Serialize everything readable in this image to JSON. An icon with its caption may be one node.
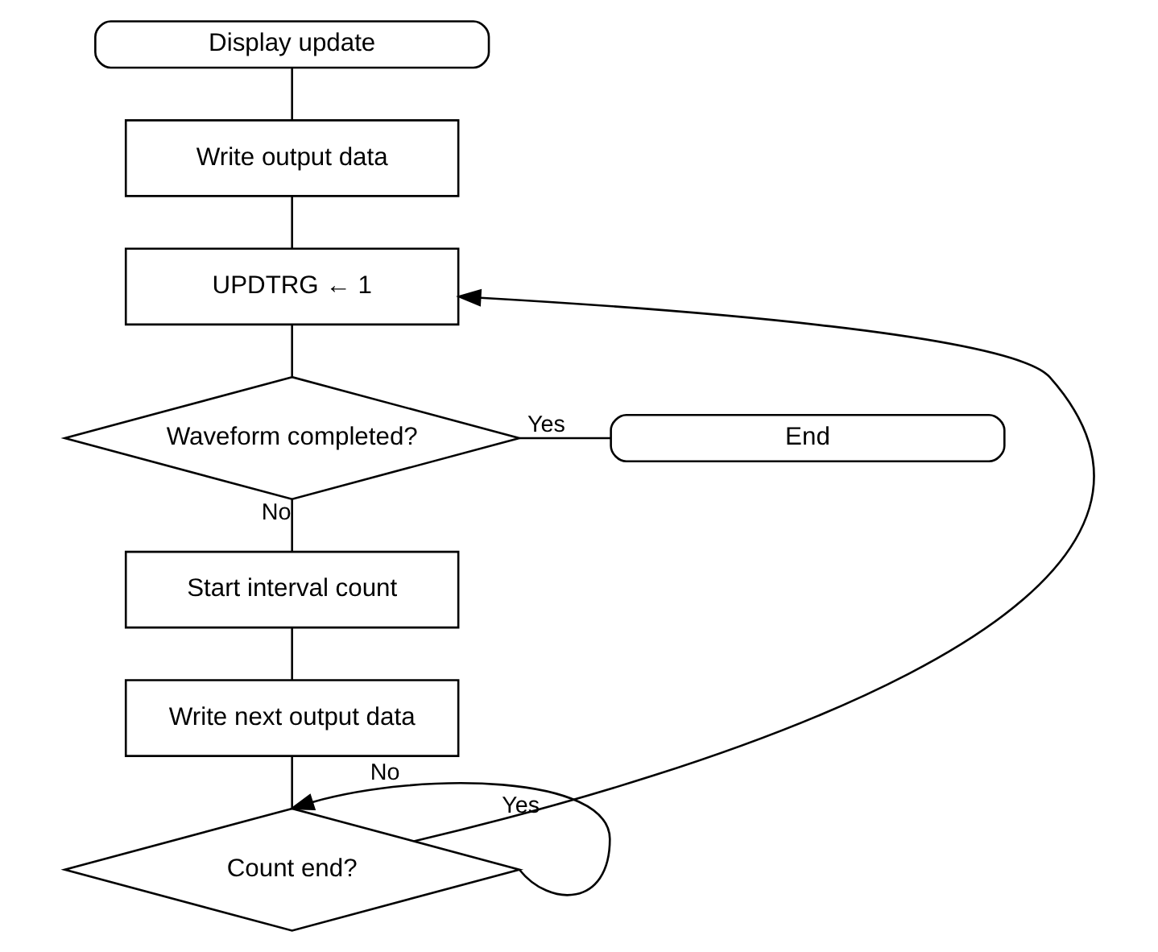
{
  "diagram": {
    "nodes": [
      {
        "text": [
          "Display update"
        ]
      },
      {
        "text": [
          "Write output data"
        ]
      },
      {
        "text": [
          "UPDTRG ← 1"
        ]
      },
      {
        "text": [
          "Waveform completed?"
        ]
      },
      {
        "text": [
          "End"
        ]
      },
      {
        "text": [
          "Start interval count"
        ]
      },
      {
        "text": [
          "Write next output data"
        ]
      },
      {
        "text": [
          "Count end?"
        ]
      }
    ],
    "edges": [
      {
        "from": 0,
        "to": 1,
        "arrow": "none"
      },
      {
        "from": 1,
        "to": 2,
        "arrow": "none"
      },
      {
        "from": 2,
        "to": 3,
        "arrow": "none"
      },
      {
        "from": 3,
        "to": 4,
        "arrow": "none",
        "label": "Yes"
      },
      {
        "from": 3,
        "to": 5,
        "arrow": "none",
        "label": "No"
      },
      {
        "from": 5,
        "to": 6,
        "arrow": "none"
      },
      {
        "from": 6,
        "to": 7,
        "arrow": "none"
      },
      {
        "from": 7,
        "to": 7,
        "arrow": "to",
        "label": "No"
      },
      {
        "from": 7,
        "to": 2,
        "arrow": "to",
        "label": "Yes"
      }
    ]
  }
}
